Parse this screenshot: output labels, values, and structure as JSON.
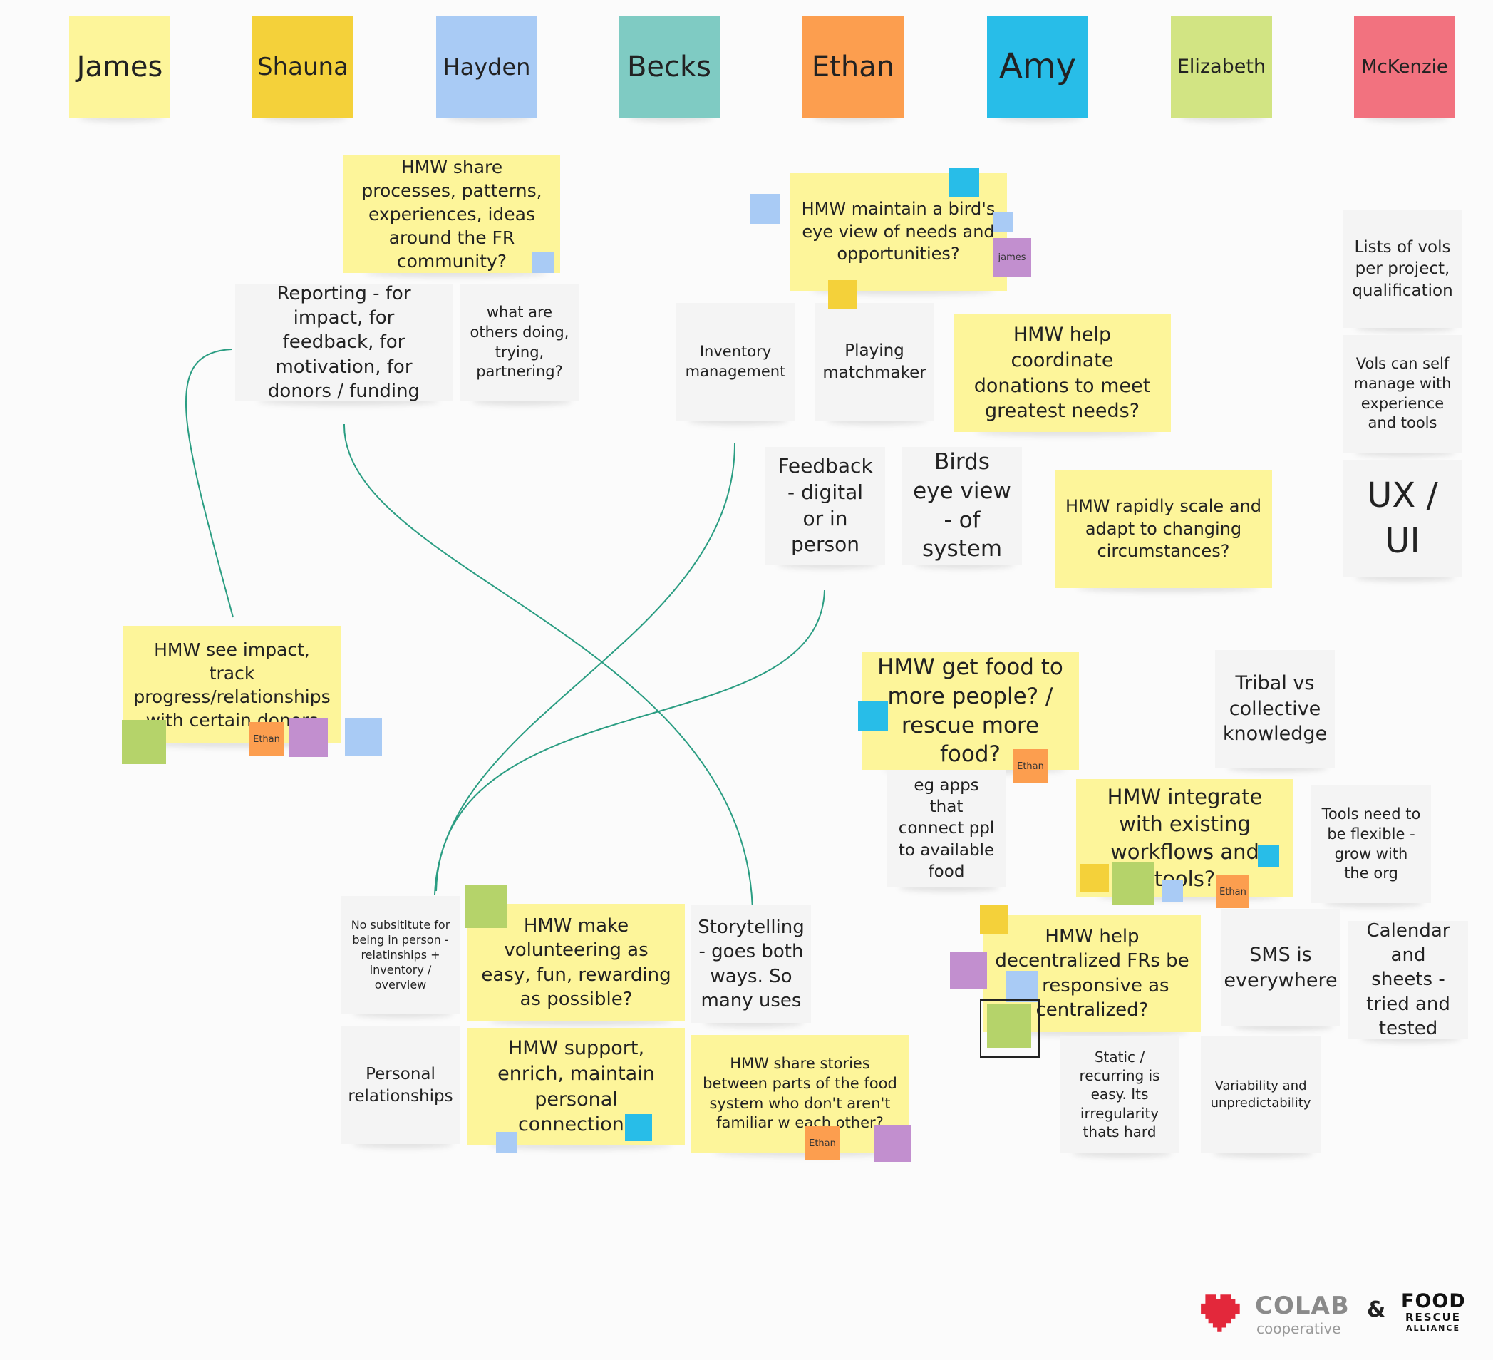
{
  "board": {
    "background": "#fbfbfb"
  },
  "headers": [
    {
      "id": "h-james",
      "label": "James",
      "color": "#fdf59a"
    },
    {
      "id": "h-shauna",
      "label": "Shauna",
      "color": "#f4d13a"
    },
    {
      "id": "h-hayden",
      "label": "Hayden",
      "color": "#a9cbf5"
    },
    {
      "id": "h-becks",
      "label": "Becks",
      "color": "#7fcbc3"
    },
    {
      "id": "h-ethan",
      "label": "Ethan",
      "color": "#fc9e4f"
    },
    {
      "id": "h-amy",
      "label": "Amy",
      "color": "#28bde8"
    },
    {
      "id": "h-elizabeth",
      "label": "Elizabeth",
      "color": "#d2e483"
    },
    {
      "id": "h-mckenzie",
      "label": "McKenzie",
      "color": "#f2727f"
    }
  ],
  "notes": [
    {
      "id": "n-hmw-share-processes",
      "text": "HMW share processes, patterns, experiences, ideas around the FR community?",
      "color": "yellow"
    },
    {
      "id": "n-reporting",
      "text": "Reporting - for impact, for feedback, for motivation, for donors / funding",
      "color": "white"
    },
    {
      "id": "n-what-others",
      "text": "what are others doing, trying, partnering?",
      "color": "white"
    },
    {
      "id": "n-hmw-birds-eye",
      "text": "HMW maintain a bird's eye view of needs and opportunities?",
      "color": "yellow"
    },
    {
      "id": "n-inventory",
      "text": "Inventory management",
      "color": "white"
    },
    {
      "id": "n-matchmaker",
      "text": "Playing matchmaker",
      "color": "white"
    },
    {
      "id": "n-hmw-coordinate",
      "text": "HMW help coordinate donations to meet greatest needs?",
      "color": "yellow"
    },
    {
      "id": "n-lists-vols",
      "text": "Lists of vols per project, qualification",
      "color": "white"
    },
    {
      "id": "n-vols-self",
      "text": "Vols can self manage with experience and tools",
      "color": "white"
    },
    {
      "id": "n-ux-ui",
      "text": "UX / UI",
      "color": "white"
    },
    {
      "id": "n-feedback",
      "text": "Feedback - digital or in person",
      "color": "white"
    },
    {
      "id": "n-birds-eye-system",
      "text": "Birds eye view - of system",
      "color": "white"
    },
    {
      "id": "n-hmw-scale",
      "text": "HMW rapidly scale and adapt to changing circumstances?",
      "color": "yellow"
    },
    {
      "id": "n-hmw-impact",
      "text": "HMW see impact, track progress/relationships with certain donors",
      "color": "yellow"
    },
    {
      "id": "n-hmw-food",
      "text": "HMW get food to more people? / rescue more food?",
      "color": "yellow"
    },
    {
      "id": "n-tribal",
      "text": "Tribal vs collective knowledge",
      "color": "white"
    },
    {
      "id": "n-eg-apps",
      "text": "eg apps that connect ppl to available food",
      "color": "white"
    },
    {
      "id": "n-hmw-integrate",
      "text": "HMW integrate with existing workflows and tools?",
      "color": "yellow"
    },
    {
      "id": "n-tools-flexible",
      "text": "Tools need to be flexible - grow with the org",
      "color": "white"
    },
    {
      "id": "n-no-substitute",
      "text": "No subsititute for being in person - relatinships + inventory / overview",
      "color": "white"
    },
    {
      "id": "n-hmw-volunteering",
      "text": "HMW make volunteering as easy, fun, rewarding as possible?",
      "color": "yellow"
    },
    {
      "id": "n-storytelling",
      "text": "Storytelling - goes both ways. So many uses",
      "color": "white"
    },
    {
      "id": "n-hmw-decentralized",
      "text": "HMW help decentralized FRs be as responsive as centralized?",
      "color": "yellow"
    },
    {
      "id": "n-sms",
      "text": "SMS is everywhere",
      "color": "white"
    },
    {
      "id": "n-calendar",
      "text": "Calendar and sheets - tried and tested",
      "color": "white"
    },
    {
      "id": "n-personal-rel",
      "text": "Personal relationships",
      "color": "white"
    },
    {
      "id": "n-hmw-support",
      "text": "HMW support, enrich, maintain personal connection?",
      "color": "yellow"
    },
    {
      "id": "n-hmw-stories",
      "text": "HMW share stories between parts of the food system who don't aren't familiar w each other?",
      "color": "yellow"
    },
    {
      "id": "n-static",
      "text": "Static / recurring is easy. Its irregularity thats hard",
      "color": "white"
    },
    {
      "id": "n-variability",
      "text": "Variability and unpredictability",
      "color": "white"
    }
  ],
  "vote_dots": [
    {
      "id": "d1",
      "color": "#a9cbf5",
      "label": ""
    },
    {
      "id": "d2",
      "color": "#28bde8",
      "label": ""
    },
    {
      "id": "d3",
      "color": "#a9cbf5",
      "label": ""
    },
    {
      "id": "d4",
      "color": "#c28fcf",
      "label": "james"
    },
    {
      "id": "d5",
      "color": "#f4d13a",
      "label": ""
    },
    {
      "id": "d6",
      "color": "#a9cbf5",
      "label": ""
    },
    {
      "id": "d7",
      "color": "#b5d36a",
      "label": ""
    },
    {
      "id": "d8",
      "color": "#fc9e4f",
      "label": "Ethan"
    },
    {
      "id": "d9",
      "color": "#c28fcf",
      "label": ""
    },
    {
      "id": "d10",
      "color": "#a9cbf5",
      "label": ""
    },
    {
      "id": "d11",
      "color": "#28bde8",
      "label": ""
    },
    {
      "id": "d12",
      "color": "#fc9e4f",
      "label": "Ethan"
    },
    {
      "id": "d13",
      "color": "#28bde8",
      "label": ""
    },
    {
      "id": "d14",
      "color": "#f4d13a",
      "label": ""
    },
    {
      "id": "d15",
      "color": "#b5d36a",
      "label": ""
    },
    {
      "id": "d16",
      "color": "#a9cbf5",
      "label": ""
    },
    {
      "id": "d17",
      "color": "#fc9e4f",
      "label": "Ethan"
    },
    {
      "id": "d18",
      "color": "#f4d13a",
      "label": ""
    },
    {
      "id": "d19",
      "color": "#c28fcf",
      "label": ""
    },
    {
      "id": "d20",
      "color": "#a9cbf5",
      "label": ""
    },
    {
      "id": "d21",
      "color": "#b5d36a",
      "label": ""
    },
    {
      "id": "d22",
      "color": "#b5d36a",
      "label": ""
    },
    {
      "id": "d23",
      "color": "#a9cbf5",
      "label": ""
    },
    {
      "id": "d24",
      "color": "#28bde8",
      "label": ""
    },
    {
      "id": "d25",
      "color": "#fc9e4f",
      "label": "Ethan"
    },
    {
      "id": "d26",
      "color": "#c28fcf",
      "label": ""
    }
  ],
  "connector_color": "#2a9d82",
  "footer": {
    "colab_name": "COLAB",
    "colab_sub": "cooperative",
    "ampersand": "&",
    "fra_line1": "FOOD",
    "fra_line2": "RESCUE",
    "fra_line3": "ALLIANCE",
    "heart_color": "#e3283b"
  }
}
